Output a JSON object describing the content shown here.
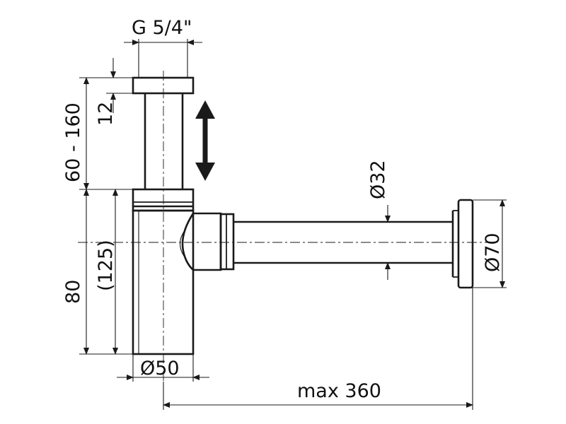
{
  "diagram": {
    "labels": {
      "thread": "G 5/4\"",
      "height_range": "60 - 160",
      "cap_height": "12",
      "outlet_height": "(125)",
      "body_height": "80",
      "body_diameter": "Ø50",
      "pipe_diameter": "Ø32",
      "flange_diameter": "Ø70",
      "max_length": "max 360"
    },
    "colors": {
      "line": "#1a1a1a",
      "background": "#ffffff"
    }
  }
}
